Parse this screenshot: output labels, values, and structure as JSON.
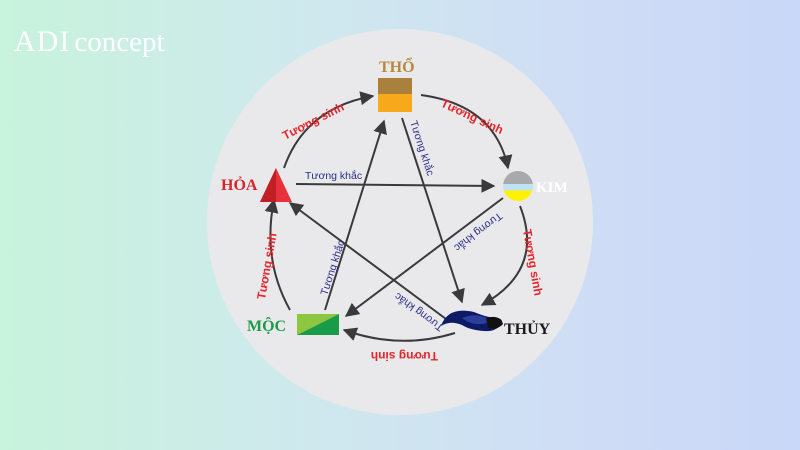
{
  "logo": {
    "brand": "ADI",
    "word": "concept"
  },
  "elements": {
    "tho": {
      "label": "THỔ",
      "color": "#b58a3a"
    },
    "kim": {
      "label": "KIM",
      "color": "#ffffff"
    },
    "thuy": {
      "label": "THỦY",
      "color": "#1a1a1a"
    },
    "moc": {
      "label": "MỘC",
      "color": "#1f9a4a"
    },
    "hoa": {
      "label": "HỎA",
      "color": "#d4262c"
    }
  },
  "relations": {
    "sinh": "Tương sinh",
    "khac": "Tương khắc"
  },
  "colors": {
    "sinh_text": "#e3262b",
    "khac_text": "#2a2f86",
    "arrow": "#3a3a3a",
    "circle": "#e9e9ec"
  }
}
